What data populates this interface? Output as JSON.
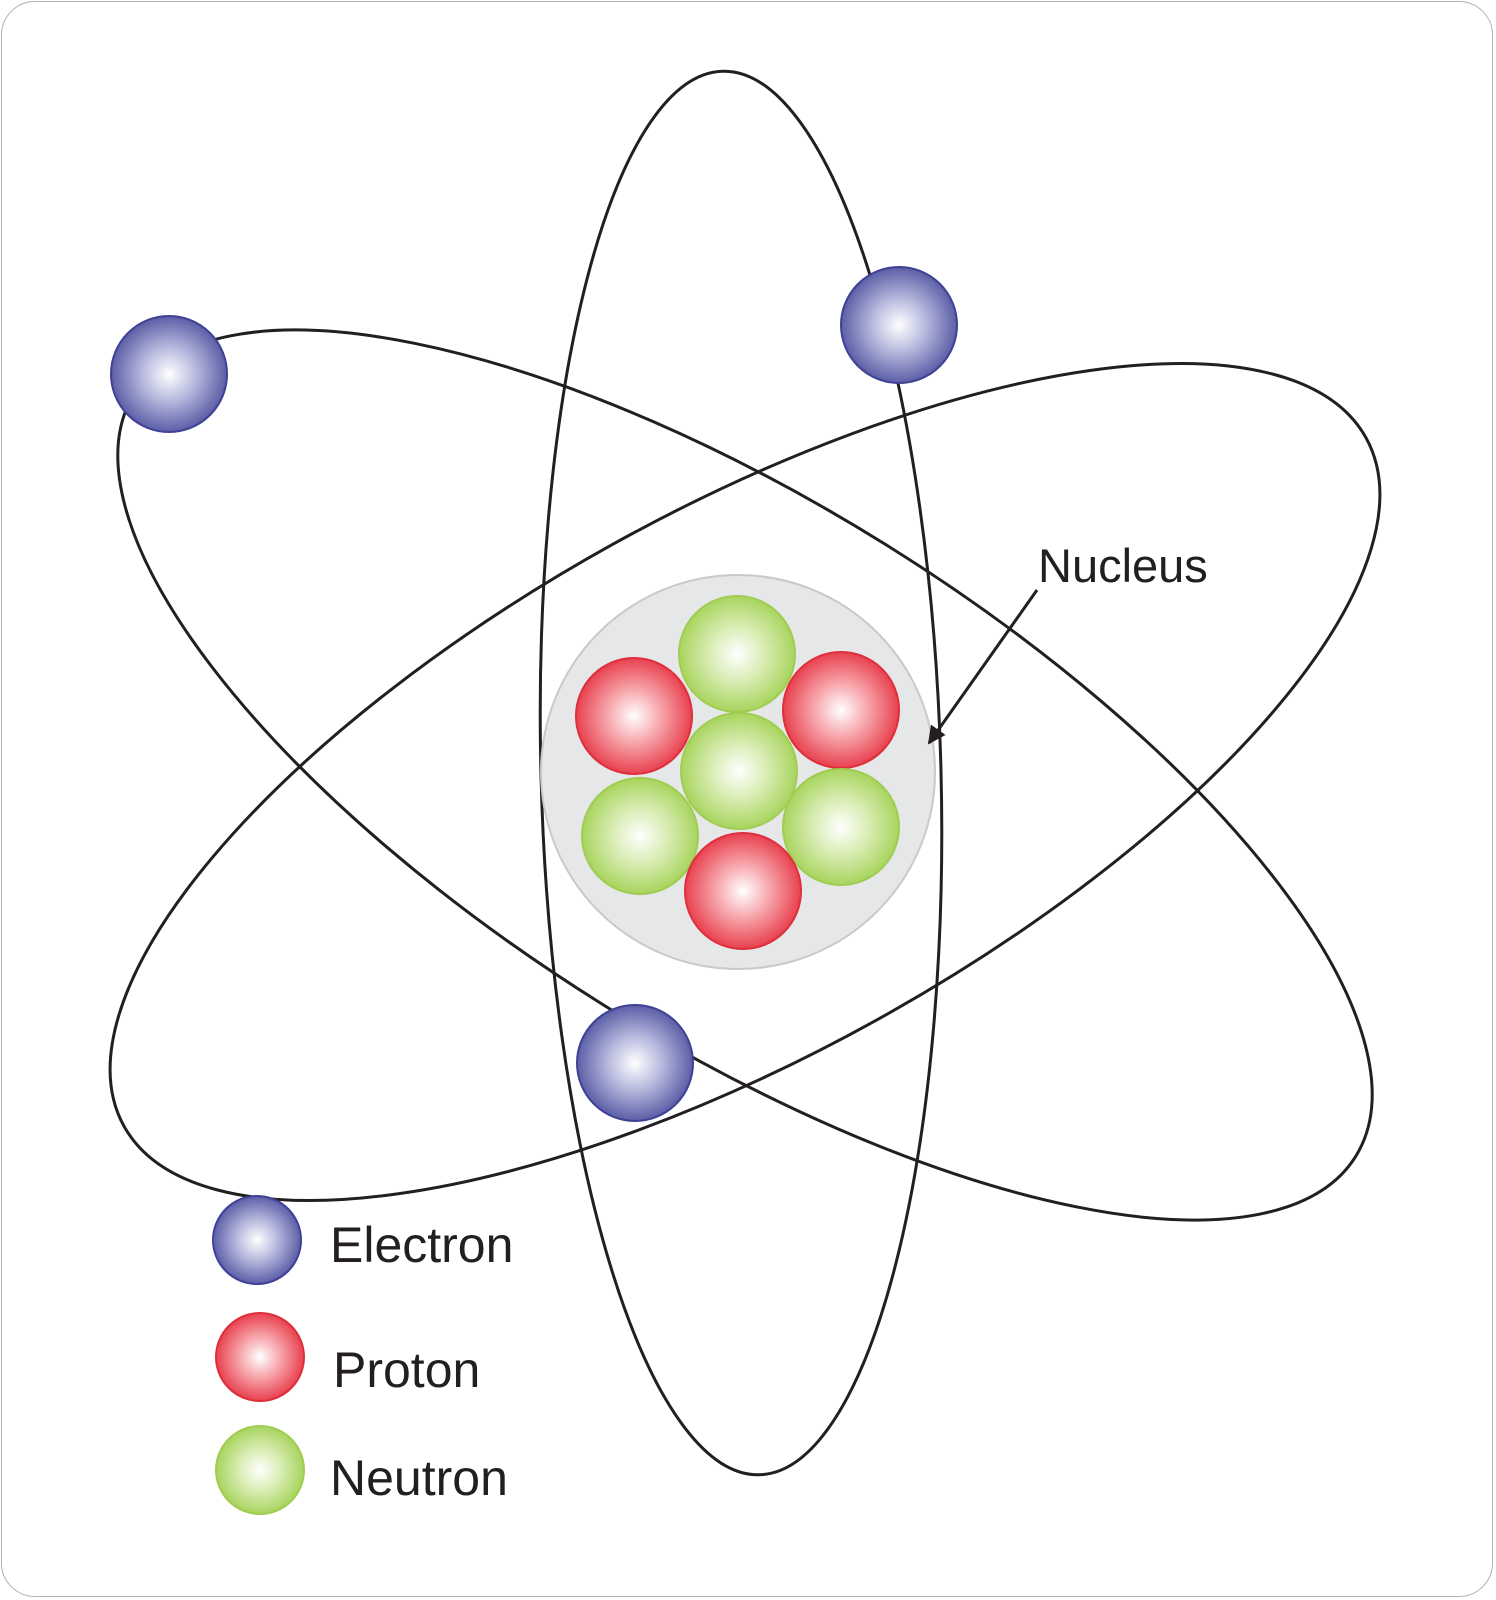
{
  "diagram": {
    "annotation": {
      "nucleus_label": "Nucleus"
    },
    "legend": [
      {
        "label": "Electron",
        "particle": "electron"
      },
      {
        "label": "Proton",
        "particle": "proton"
      },
      {
        "label": "Neutron",
        "particle": "neutron"
      }
    ],
    "colors": {
      "electron": "#5b5ea6",
      "proton": "#e0303f",
      "neutron": "#9ccf4a",
      "nucleus_fill": "#e6e7e8",
      "orbit": "#231f20"
    },
    "counts": {
      "electrons": 3,
      "protons": 3,
      "neutrons": 4,
      "orbits": 3
    }
  }
}
